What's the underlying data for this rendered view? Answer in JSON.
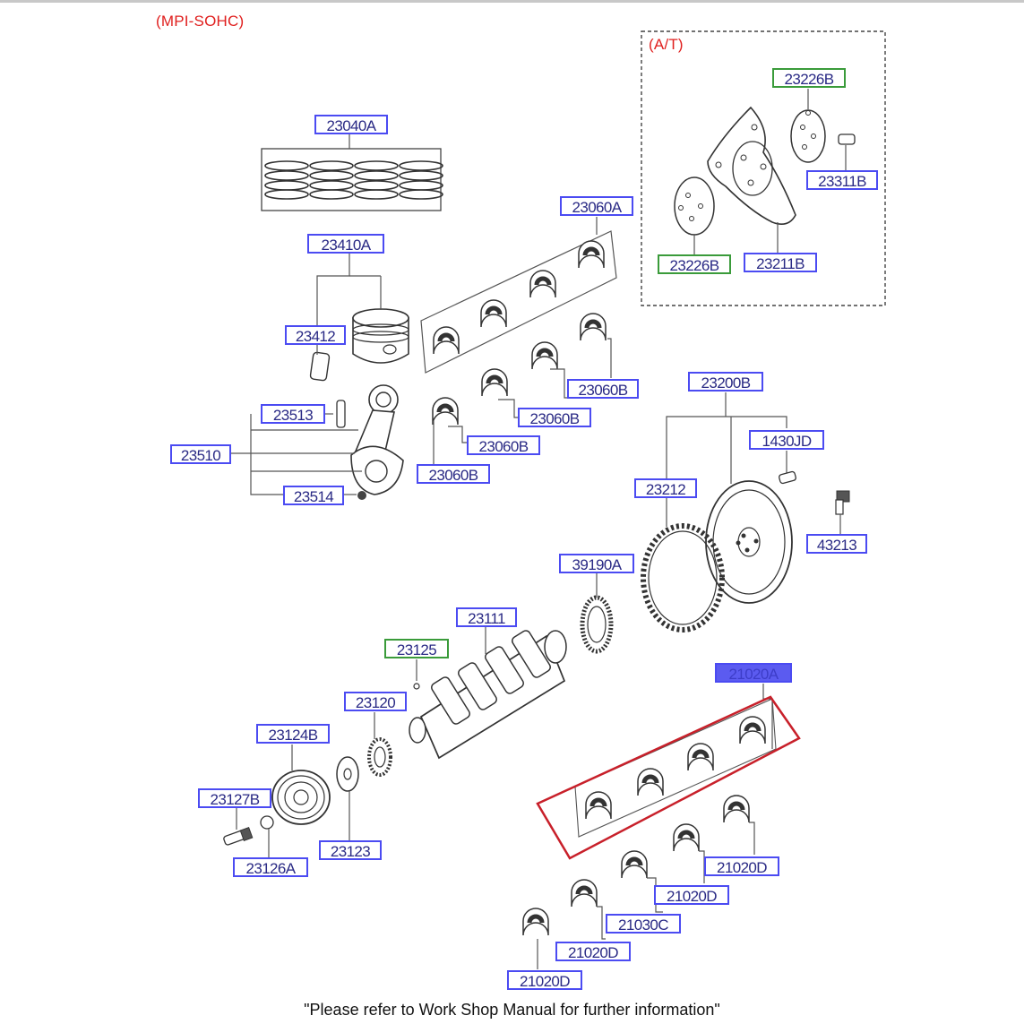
{
  "diagram": {
    "variant_label": "(MPI-SOHC)",
    "auto_trans_label": "(A/T)",
    "footer_note": "\"Please refer to Work Shop Manual for further information\"",
    "accent_color": "#e0201f",
    "tag_border_color": "#4b4bf2",
    "green_tag_color": "#3a9b3a",
    "highlight_box_color": "#c8202a",
    "part_labels": {
      "p23040A": "23040A",
      "p23410A": "23410A",
      "p23412": "23412",
      "p23513": "23513",
      "p23510": "23510",
      "p23514": "23514",
      "p23060A": "23060A",
      "p23060B_1": "23060B",
      "p23060B_2": "23060B",
      "p23060B_3": "23060B",
      "p23060B_4": "23060B",
      "p23226B_top": "23226B",
      "p23311B": "23311B",
      "p23226B_bottom": "23226B",
      "p23211B": "23211B",
      "p23200B": "23200B",
      "p1430JD": "1430JD",
      "p23212": "23212",
      "p43213": "43213",
      "p39190A": "39190A",
      "p23111": "23111",
      "p23125": "23125",
      "p23120": "23120",
      "p23124B": "23124B",
      "p23127B": "23127B",
      "p23126A": "23126A",
      "p23123": "23123",
      "p21020A": "21020A",
      "p21020D_1": "21020D",
      "p21020D_2": "21020D",
      "p21030C": "21030C",
      "p21020D_3": "21020D",
      "p21020D_4": "21020D"
    }
  }
}
